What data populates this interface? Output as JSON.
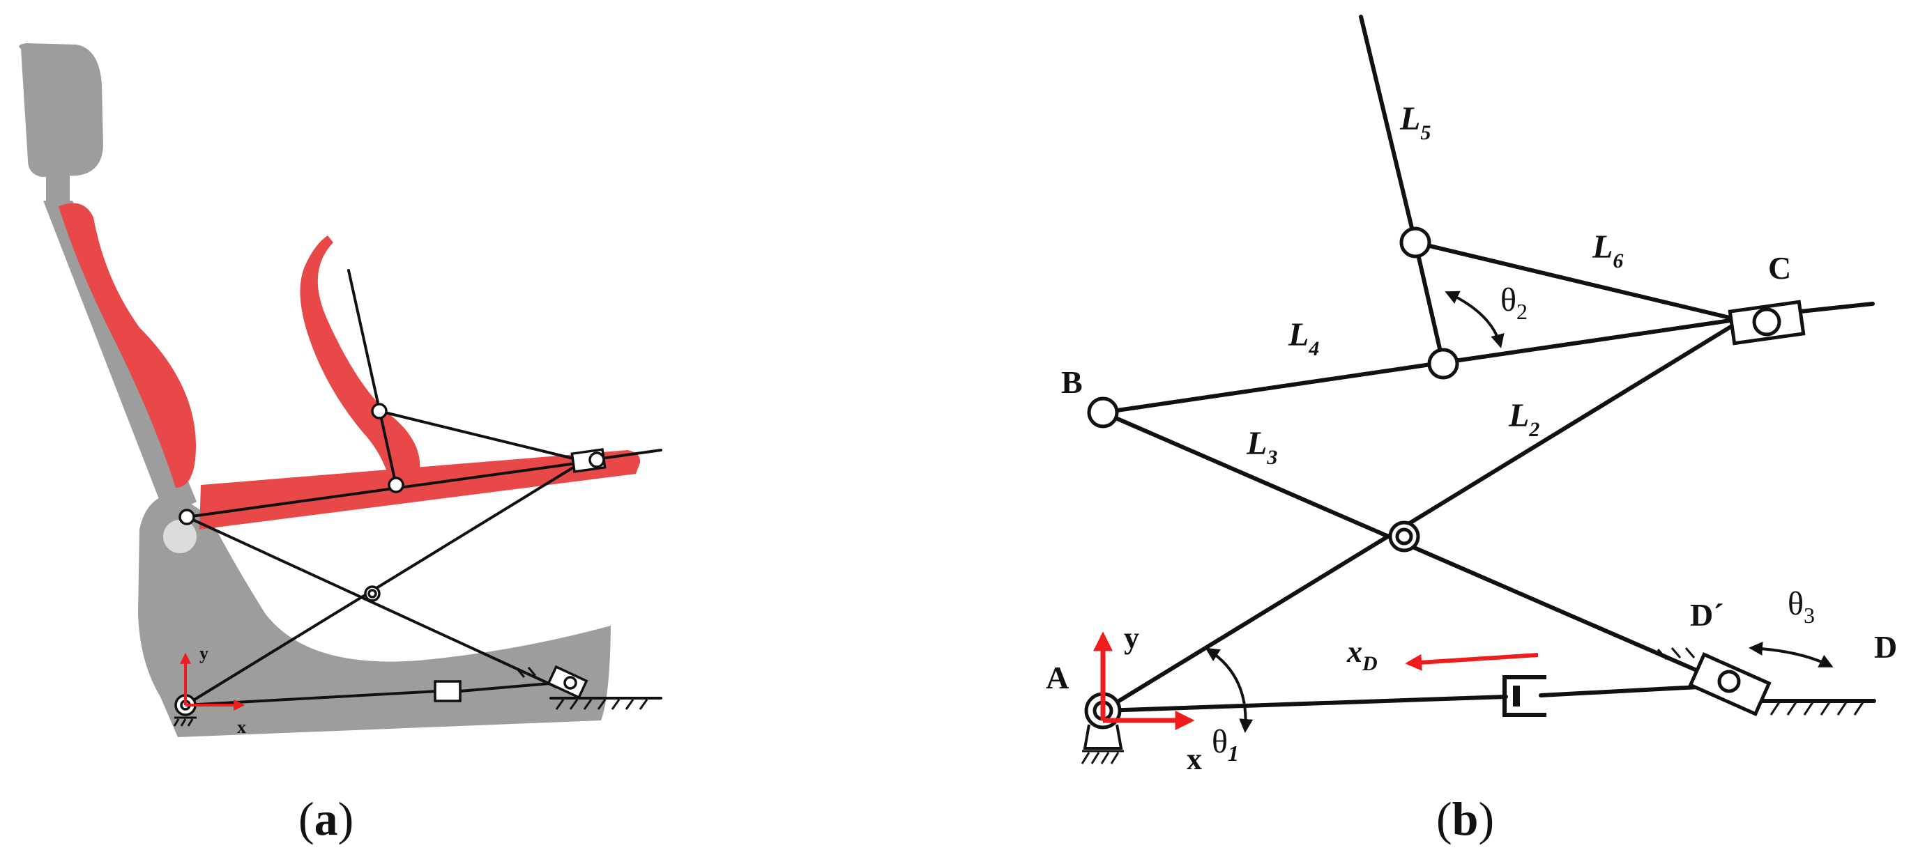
{
  "captions": {
    "a": "a",
    "b": "b"
  },
  "panel_a": {
    "axis_x": "x",
    "axis_y": "y"
  },
  "panel_b": {
    "points": {
      "A": "A",
      "B": "B",
      "C": "C",
      "D": "D",
      "D_prime": "D´"
    },
    "links": {
      "L2": "L",
      "L2_sub": "2",
      "L3": "L",
      "L3_sub": "3",
      "L4": "L",
      "L4_sub": "4",
      "L5": "L",
      "L5_sub": "5",
      "L6": "L",
      "L6_sub": "6"
    },
    "angles": {
      "t1": "θ",
      "t1_sub": "1",
      "t2": "θ",
      "t2_sub": "2",
      "t3": "θ",
      "t3_sub": "3"
    },
    "xD": "x",
    "xD_sub": "D",
    "axis_x": "x",
    "axis_y": "y"
  },
  "colors": {
    "accent": "#ee1c1c",
    "seat_red": "#e84848",
    "seat_gray": "#9d9d9d",
    "ink": "#111111"
  }
}
